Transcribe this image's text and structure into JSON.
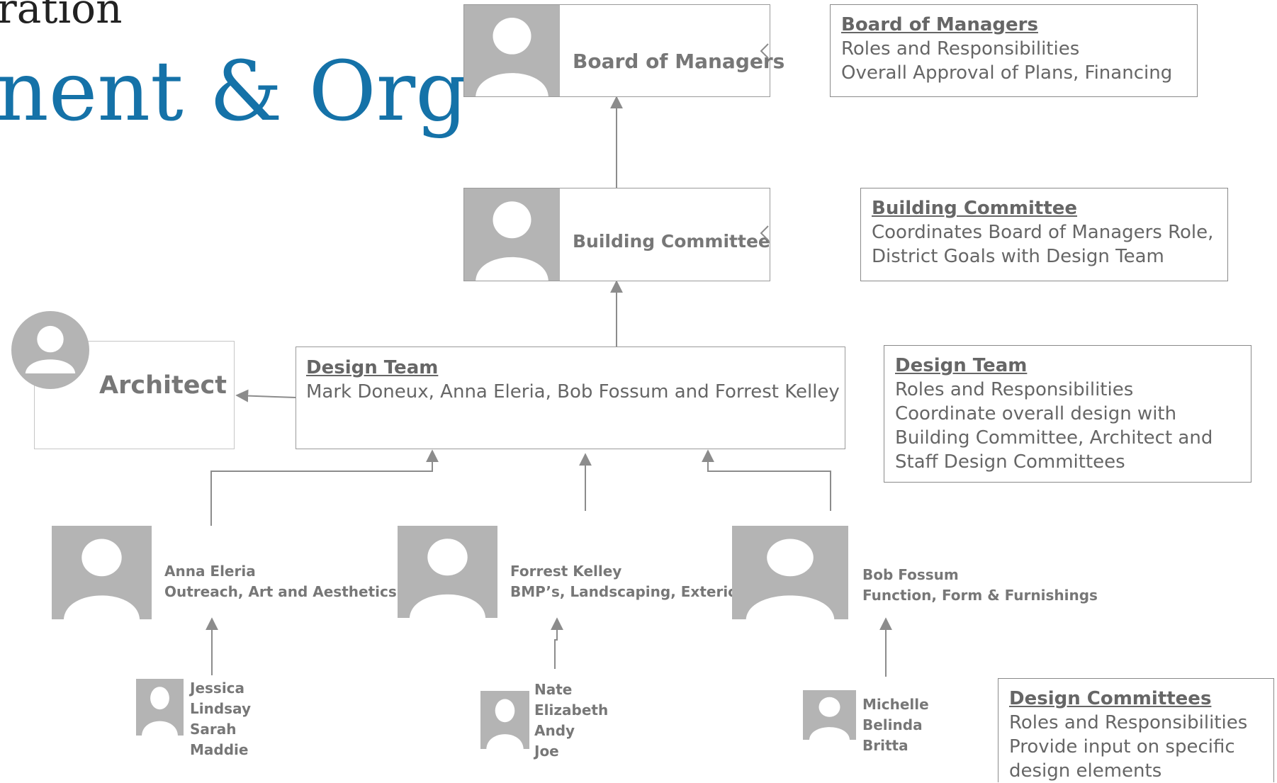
{
  "title": {
    "line1": "ration",
    "line2": "nent & Org"
  },
  "nodes": {
    "board": {
      "label": "Board of Managers"
    },
    "building": {
      "label": "Building Committee"
    },
    "architect": {
      "label": "Architect"
    },
    "design_team": {
      "heading": "Design Team",
      "members": "Mark Doneux, Anna Eleria, Bob Fossum and Forrest Kelley"
    }
  },
  "info_boxes": {
    "board": {
      "heading": "Board of Managers",
      "lines": [
        "Roles and Responsibilities",
        "Overall Approval of Plans, Financing"
      ]
    },
    "building": {
      "heading": "Building Committee",
      "lines": [
        "Coordinates Board of Managers Role,",
        "District Goals with Design Team"
      ]
    },
    "design_team": {
      "heading": "Design Team",
      "lines": [
        "Roles and Responsibilities",
        "Coordinate overall design with",
        "Building Committee, Architect and",
        "Staff Design Committees"
      ]
    },
    "committees": {
      "heading": "Design Committees",
      "lines": [
        "Roles and Responsibilities",
        "Provide input on specific",
        "design elements"
      ]
    }
  },
  "members": [
    {
      "name": "Anna Eleria",
      "role": "Outreach, Art and Aesthetics",
      "staff": [
        "Jessica",
        "Lindsay",
        "Sarah",
        "Maddie"
      ]
    },
    {
      "name": "Forrest Kelley",
      "role": "BMP’s, Landscaping, Exterior",
      "staff": [
        "Nate",
        "Elizabeth",
        "Andy",
        "Joe"
      ]
    },
    {
      "name": "Bob Fossum",
      "role": "Function, Form & Furnishings",
      "staff": [
        "Michelle",
        "Belinda",
        "Britta"
      ]
    }
  ],
  "colors": {
    "title_accent": "#1572a8",
    "photo_fill": "#b4b4b4",
    "text_gray": "#777777",
    "line_gray": "#8c8c8c"
  },
  "icons": [
    "person-silhouette-icon",
    "arrow-up-icon",
    "arrow-left-icon"
  ]
}
